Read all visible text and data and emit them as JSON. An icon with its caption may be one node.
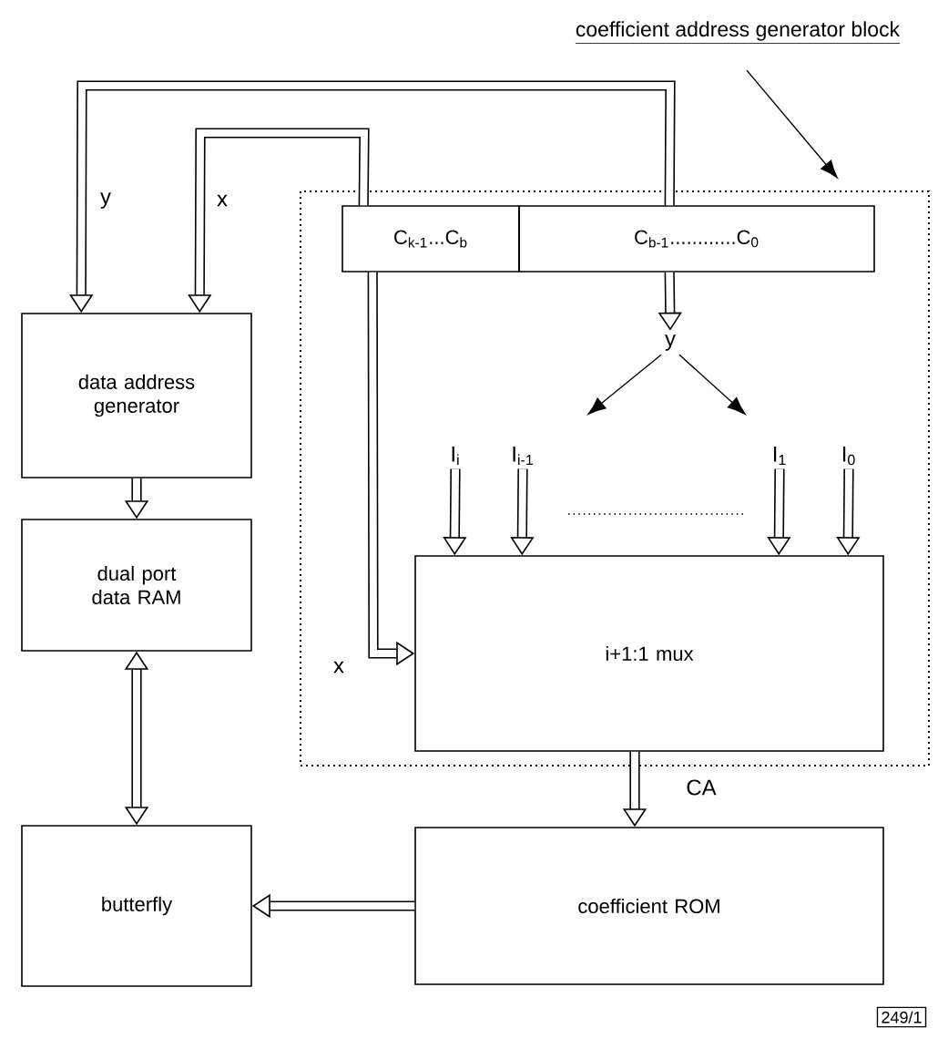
{
  "diagram": {
    "nodes": [
      {
        "text": [
          "coefficient address generator block"
        ]
      },
      {
        "text": [],
        "shape": "box"
      },
      {
        "text": [
          "C$_{k-1}$...C$_{b}$"
        ],
        "in": 1
      },
      {
        "text": [
          "C$_{b-1}$............C$_{0}$"
        ],
        "in": 1
      },
      {
        "text": [
          "i+1:1 mux"
        ],
        "in": 1
      },
      {
        "text": [
          "data address generator"
        ]
      },
      {
        "text": [
          "dual port data RAM"
        ]
      },
      {
        "text": [
          "butterfly"
        ]
      },
      {
        "text": [
          "coefficient ROM"
        ]
      },
      {
        "text": [
          "y"
        ],
        "in": 1
      },
      {
        "text": [
          "I$_{i}$"
        ],
        "in": 1
      },
      {
        "text": [
          "I$_{i-1}$"
        ],
        "in": 1
      },
      {
        "text": [
          "I$_{1}$"
        ],
        "in": 1
      },
      {
        "text": [
          "I$_{0}$"
        ],
        "in": 1
      },
      {
        "text": [
          "249/1"
        ]
      }
    ],
    "edges": [
      {
        "from": 0,
        "to": 1,
        "arrow": "to"
      },
      {
        "from": 3,
        "to": 9,
        "arrow": "to"
      },
      {
        "from": 9,
        "to": null,
        "arrow": "to"
      },
      {
        "from": 9,
        "to": null,
        "arrow": "to"
      },
      {
        "from": 10,
        "to": 4,
        "arrow": "to"
      },
      {
        "from": 11,
        "to": 4,
        "arrow": "to"
      },
      {
        "from": 12,
        "to": 4,
        "arrow": "to"
      },
      {
        "from": 13,
        "to": 4,
        "arrow": "to"
      },
      {
        "from": 3,
        "to": 5,
        "arrow": "to",
        "label": "y"
      },
      {
        "from": 2,
        "to": 5,
        "arrow": "to",
        "label": "x"
      },
      {
        "from": 2,
        "to": 4,
        "arrow": "to",
        "label": "x"
      },
      {
        "from": 5,
        "to": 6,
        "arrow": "to"
      },
      {
        "from": 6,
        "to": 7,
        "arrow": "both"
      },
      {
        "from": 4,
        "to": 8,
        "arrow": "to",
        "label": "CA"
      },
      {
        "from": 8,
        "to": 7,
        "arrow": "to"
      }
    ]
  }
}
